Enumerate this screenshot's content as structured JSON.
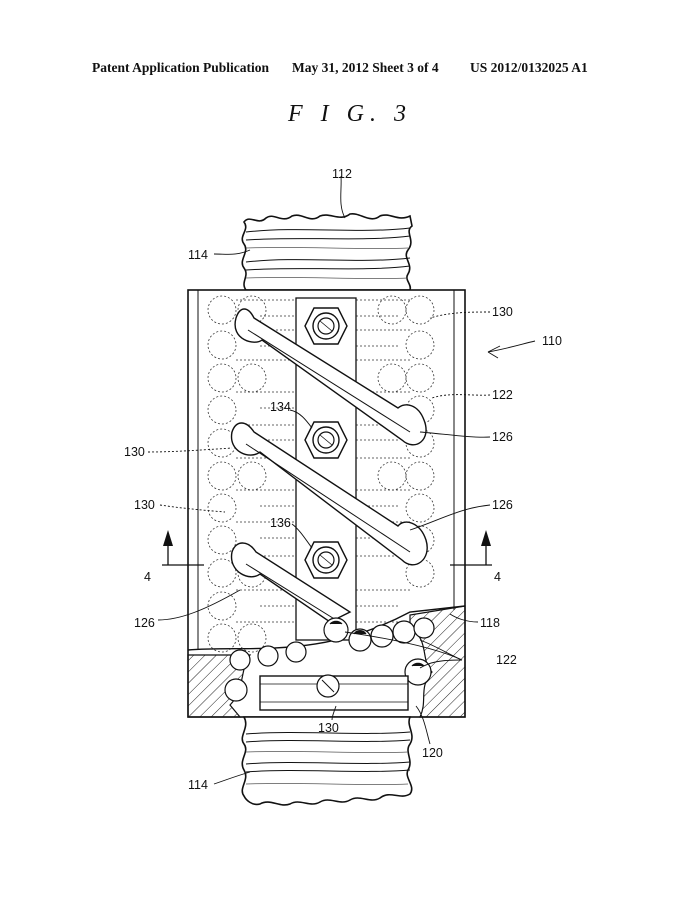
{
  "header": {
    "publication": "Patent Application Publication",
    "date_sheet": "May 31, 2012   Sheet 3 of 4",
    "number": "US 2012/0132025 A1"
  },
  "figure_title": "F I G. 3",
  "labels": {
    "screw_shaft": "112",
    "thread_top": "114",
    "thread_bottom": "114",
    "assembly": "110",
    "tube_top_right": "130",
    "tube_left": "130",
    "tube_left_lower": "130",
    "tube_bottom": "130",
    "balls_right": "122",
    "balls_bottom": "122",
    "deflector_upper": "126",
    "deflector_middle": "126",
    "deflector_lower": "126",
    "fastener_upper": "134",
    "fastener_lower": "136",
    "nut_body": "118",
    "groove": "120",
    "section_left": "4",
    "section_right": "4"
  }
}
